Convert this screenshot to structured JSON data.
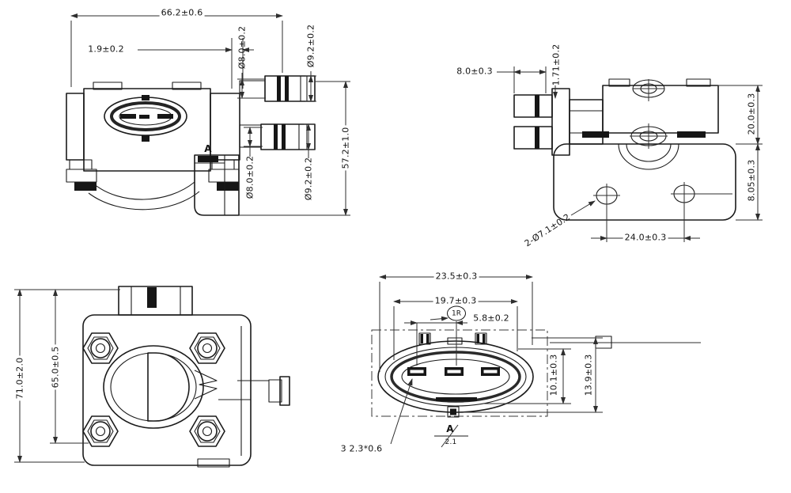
{
  "title": "pressure sensor engineering drawing",
  "colors": {
    "background": "#ffffff",
    "line": "#1b1b1b",
    "text": "#141414"
  },
  "views": {
    "front": {
      "label_width": "66.2±0.6",
      "label_tab": "1.9±0.2",
      "label_port_top_inner": "Ø8.0±0.2",
      "label_port_top_outer": "Ø9.2±0.2",
      "label_port_bottom_inner": "Ø8.0±0.2",
      "label_port_bottom_outer": "Ø9.2±0.2",
      "label_height": "57.2±1.0",
      "label_section_mark": "A"
    },
    "side": {
      "label_connector_len": "8.0±0.3",
      "label_step": "1.71±0.2",
      "label_body_height": "20.0±0.3",
      "label_base_height": "8.05±0.3",
      "label_holes": "2-Ø7.1±0.2",
      "label_hole_spacing": "24.0±0.3"
    },
    "back": {
      "label_overall_height": "71.0±2.0",
      "label_inner_height": "65.0±0.5"
    },
    "connector_detail": {
      "label_outer_width": "23.5±0.3",
      "label_inner_width": "19.7±0.3",
      "label_balloon": "1R",
      "label_pin_pitch": "5.8±0.2",
      "label_inner_height": "10.1±0.3",
      "label_outer_height": "13.9±0.3",
      "label_section_name": "A",
      "label_section_scale": "2.1",
      "label_pin_size": "3 2.3*0.6"
    }
  }
}
